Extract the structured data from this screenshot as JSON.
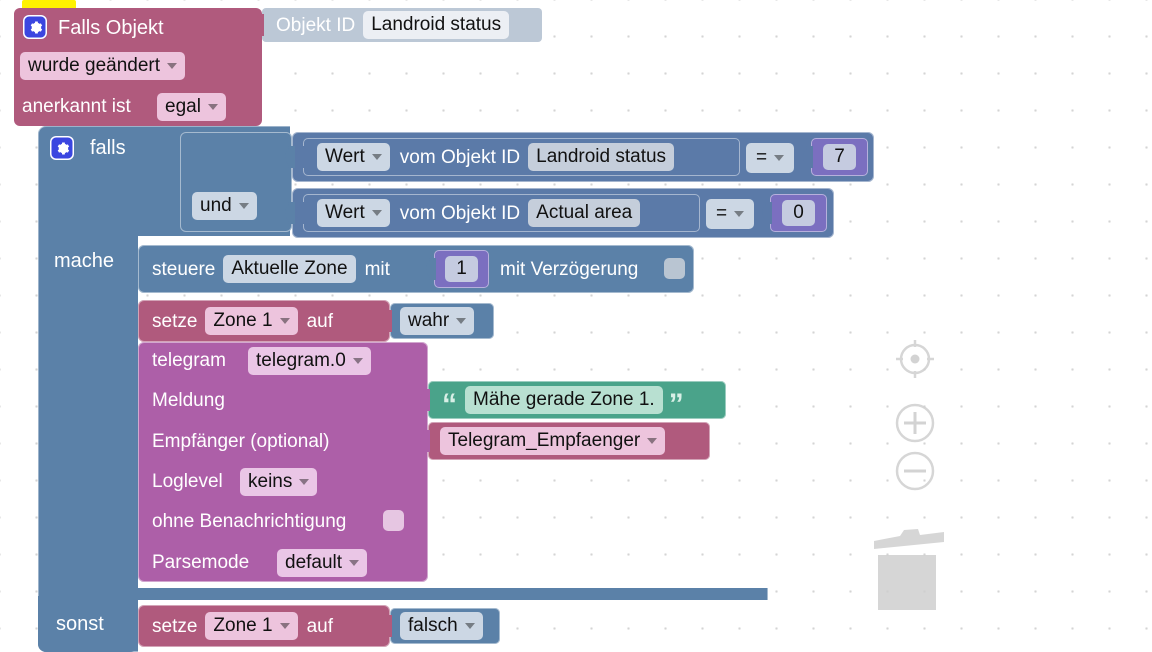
{
  "workspace": {
    "name": "blockly-workspace",
    "background_color": "#ffffff",
    "grid_color": "#d4d4d4",
    "selection_color": "#fff200"
  },
  "palette": {
    "trigger": "#b05a7d",
    "control": "#5b81a8",
    "object_id": "#bcc8d6",
    "compare": "#5b7aa8",
    "number": "#7b6fc0",
    "telegram": "#ad5fa8",
    "text": "#4aa38a",
    "variable": "#b05a7d"
  },
  "trigger_block": {
    "gear_icon": "gear-icon",
    "title": "Falls Objekt",
    "change_mode": "wurde geändert",
    "ack_label": "anerkannt ist",
    "ack_value": "egal",
    "object_id_label": "Objekt ID",
    "object_id_value": "Landroid status"
  },
  "if_block": {
    "gear_icon": "gear-icon",
    "if_label": "falls",
    "do_label": "mache",
    "else_label": "sonst",
    "operator": "und",
    "conditions": [
      {
        "getter": "Wert",
        "from_label": "vom Objekt ID",
        "object_id": "Landroid status",
        "comparator": "=",
        "value": "7"
      },
      {
        "getter": "Wert",
        "from_label": "vom Objekt ID",
        "object_id": "Actual area",
        "comparator": "=",
        "value": "0"
      }
    ]
  },
  "control_block": {
    "verb": "steuere",
    "target": "Aktuelle Zone",
    "with_label": "mit",
    "value": "1",
    "delay_label": "mit Verzögerung",
    "delay_checkbox": "unchecked"
  },
  "set_block_true": {
    "verb": "setze",
    "variable": "Zone 1",
    "to_label": "auf",
    "value": "wahr"
  },
  "telegram_block": {
    "instance_label": "telegram",
    "instance_value": "telegram.0",
    "message_label": "Meldung",
    "message_text": "Mähe gerade Zone 1.",
    "quote_open": "“",
    "quote_close": "”",
    "recipient_label": "Empfänger (optional)",
    "recipient_value": "Telegram_Empfaenger",
    "loglevel_label": "Loglevel",
    "loglevel_value": "keins",
    "silent_label": "ohne Benachrichtigung",
    "silent_checkbox": "unchecked",
    "parsemode_label": "Parsemode",
    "parsemode_value": "default"
  },
  "set_block_false": {
    "verb": "setze",
    "variable": "Zone 1",
    "to_label": "auf",
    "value": "falsch"
  },
  "workspace_controls": [
    {
      "name": "zoom-reset-icon",
      "label": "zoom-reset"
    },
    {
      "name": "zoom-in-icon",
      "label": "zoom-in"
    },
    {
      "name": "zoom-out-icon",
      "label": "zoom-out"
    },
    {
      "name": "trash-icon",
      "label": "trash"
    }
  ]
}
